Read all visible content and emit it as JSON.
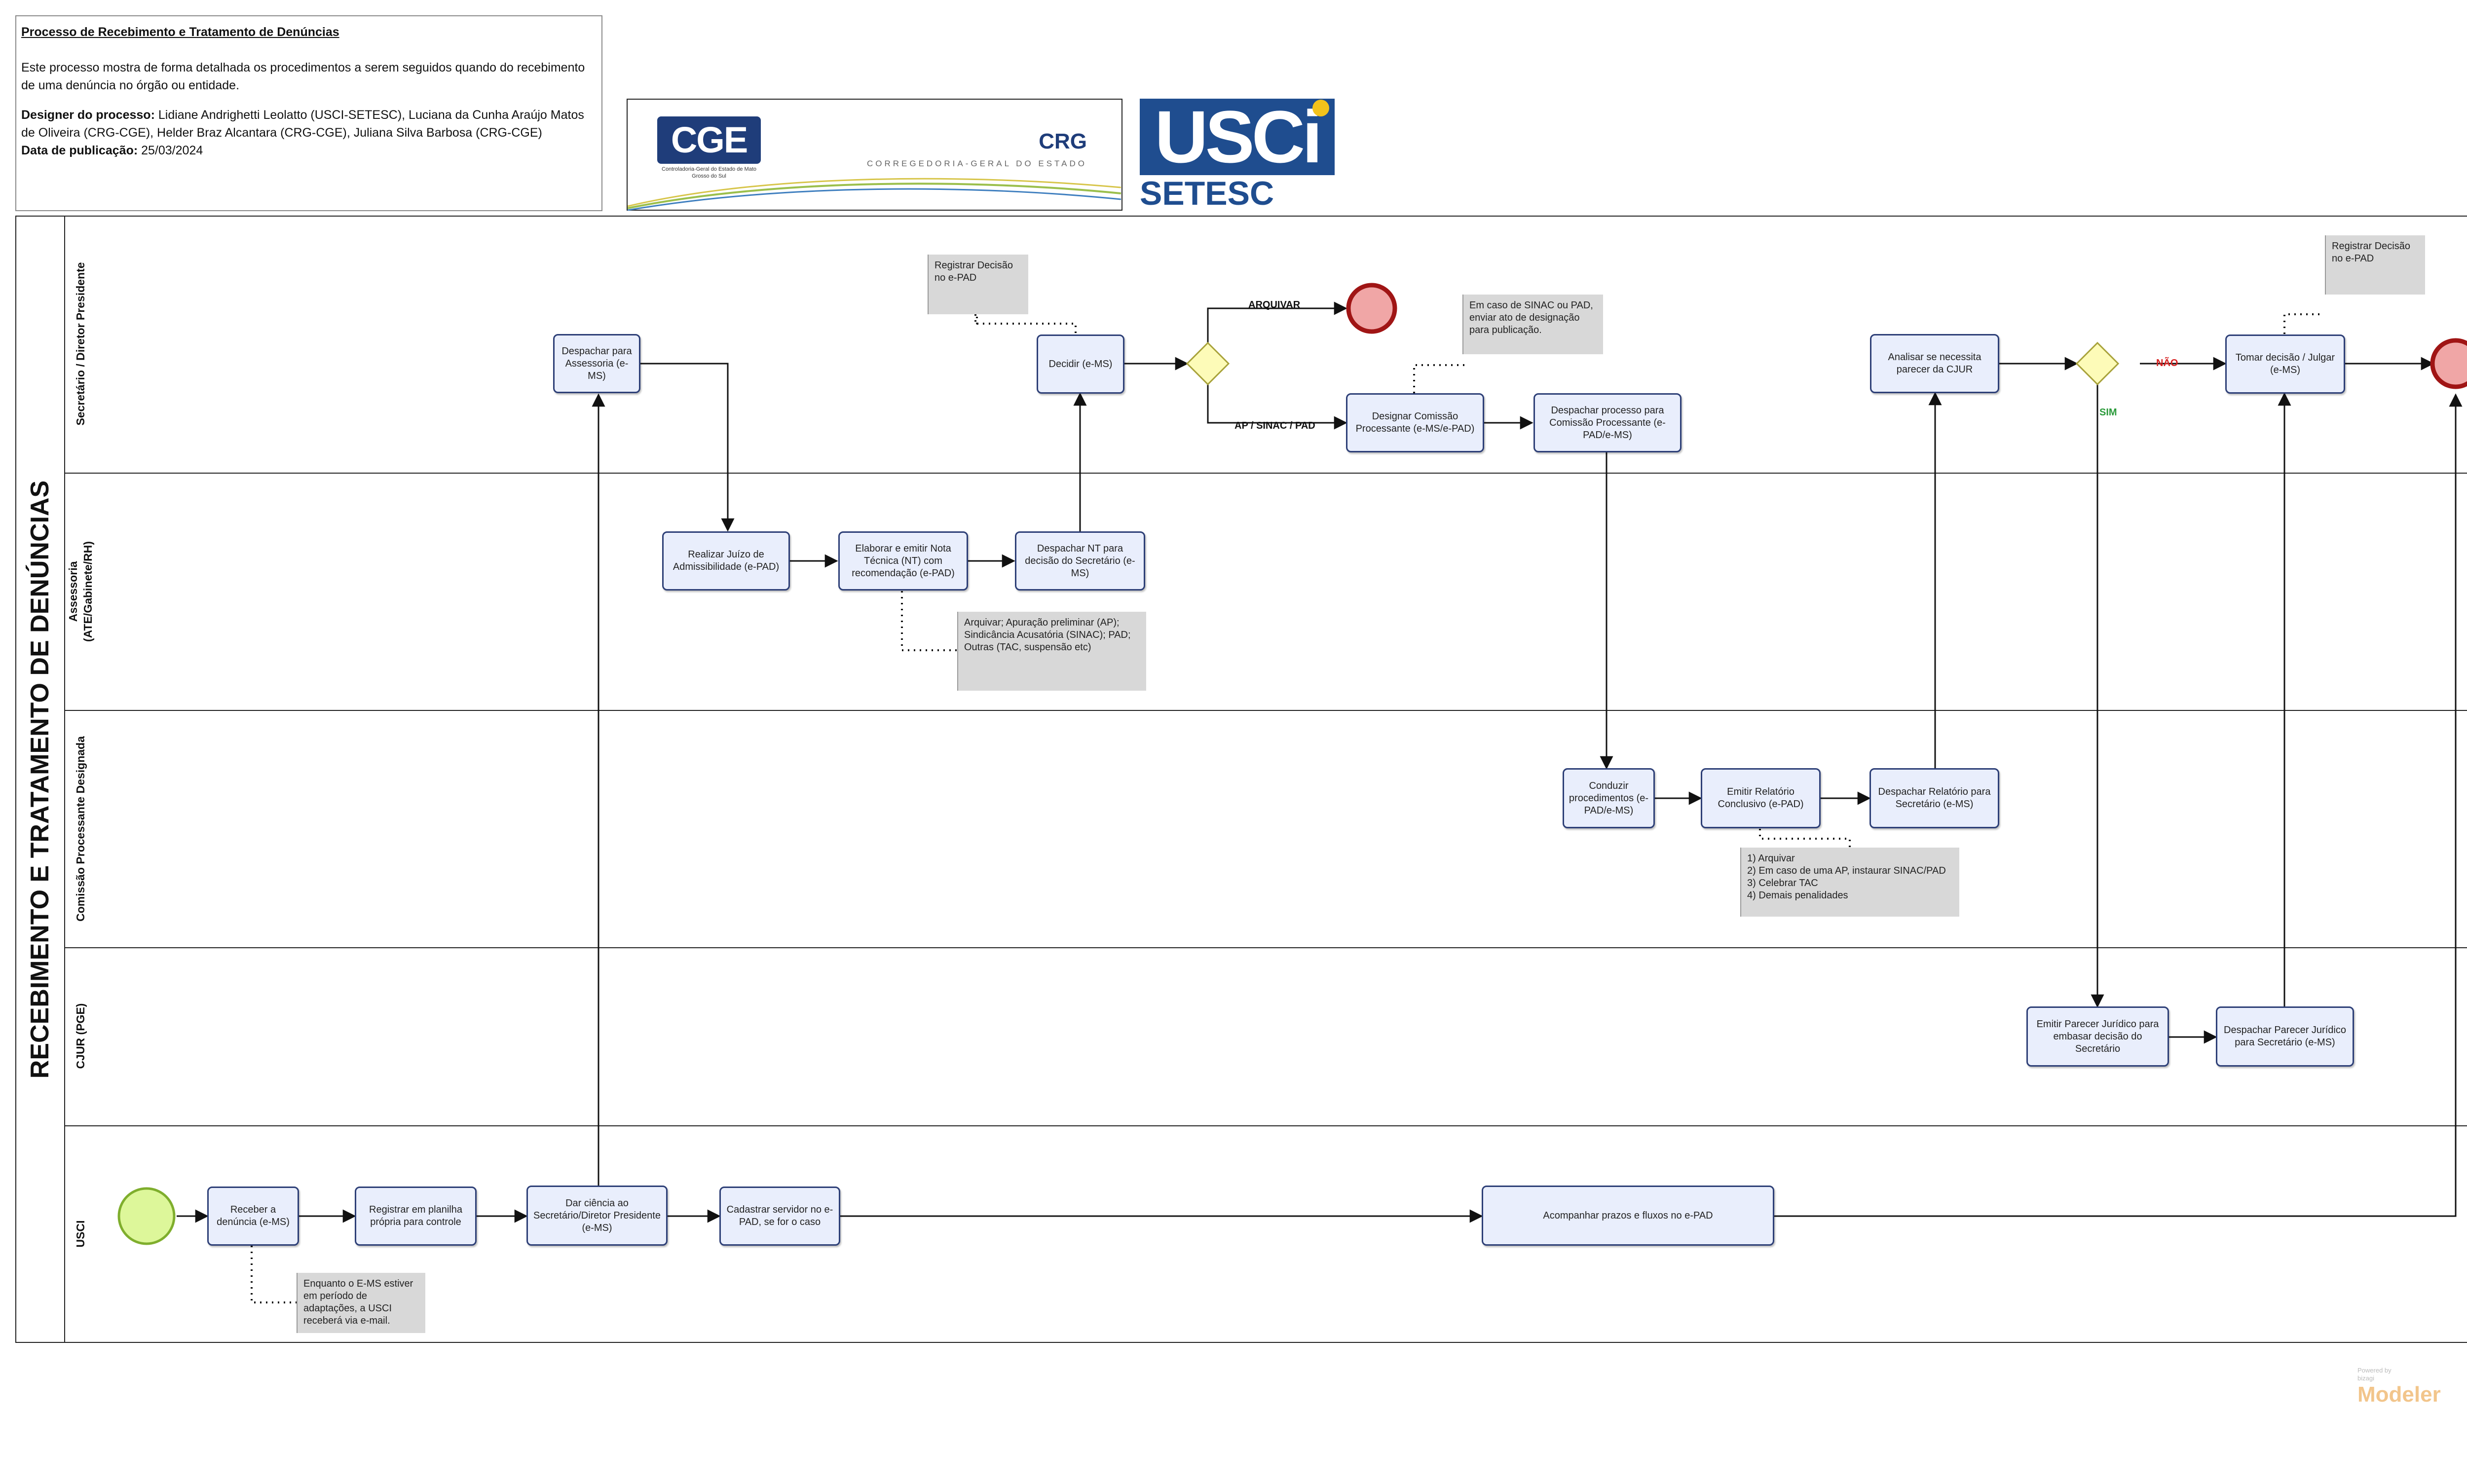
{
  "header": {
    "title": "Processo de Recebimento e Tratamento de Denúncias",
    "description": "Este processo mostra de forma detalhada os procedimentos a serem seguidos quando do recebimento de uma denúncia no órgão ou entidade.",
    "designer_label": "Designer do processo:",
    "designer_value": "Lidiane Andrighetti Leolatto (USCI-SETESC), Luciana da Cunha Araújo Matos de Oliveira (CRG-CGE), Helder Braz Alcantara (CRG-CGE), Juliana Silva Barbosa (CRG-CGE)",
    "date_label": "Data de publicação:",
    "date_value": "25/03/2024"
  },
  "logos": {
    "cge": "CGE",
    "cge_sub": "Controladoria-Geral do Estado de Mato Grosso do Sul",
    "crg": "CRG",
    "crg_sub": "CORREGEDORIA-GERAL DO ESTADO",
    "usci": "USCi",
    "setesc": "SETESC"
  },
  "pool": {
    "label": "RECEBIMENTO E TRATAMENTO DE DENÚNCIAS"
  },
  "lanes": {
    "secretario": "Secretário / Diretor Presidente",
    "assessoria": "Assessoria\n(ATE/Gabinete/RH)",
    "comissao": "Comissão Processante Designada",
    "cjur": "CJUR (PGE)",
    "usci": "USCI"
  },
  "tasks": {
    "despachar_assessoria": "Despachar para Assessoria (e-MS)",
    "decidir": "Decidir (e-MS)",
    "designar_comissao": "Designar Comissão Processante (e-MS/e-PAD)",
    "despachar_comissao": "Despachar processo para Comissão Processante (e-PAD/e-MS)",
    "analisar_cjur": "Analisar se necessita parecer da CJUR",
    "tomar_decisao": "Tomar decisão / Julgar (e-MS)",
    "juizo_admissibilidade": "Realizar Juízo de Admissibilidade (e-PAD)",
    "elaborar_nt": "Elaborar e emitir Nota Técnica (NT) com recomendação (e-PAD)",
    "despachar_nt": "Despachar NT para decisão do Secretário (e-MS)",
    "conduzir": "Conduzir procedimentos (e-PAD/e-MS)",
    "emitir_relatorio": "Emitir Relatório Conclusivo (e-PAD)",
    "despachar_relatorio": "Despachar Relatório para Secretário (e-MS)",
    "emitir_parecer": "Emitir Parecer Jurídico para embasar decisão do Secretário",
    "despachar_parecer": "Despachar Parecer Jurídico para Secretário (e-MS)",
    "receber_denuncia": "Receber a denúncia (e-MS)",
    "registrar_planilha": "Registrar em planilha própria para controle",
    "dar_ciencia": "Dar ciência ao Secretário/Diretor Presidente (e-MS)",
    "cadastrar_servidor": "Cadastrar servidor no e-PAD, se for o caso",
    "acompanhar_prazos": "Acompanhar prazos e fluxos no e-PAD"
  },
  "notes": {
    "registrar_decisao_1": "Registrar Decisão no e-PAD",
    "sinac_pad": "Em caso de SINAC ou PAD, enviar ato de designação para publicação.",
    "registrar_decisao_2": "Registrar Decisão no e-PAD",
    "arquivar_opcoes": "Arquivar; Apuração preliminar (AP); Sindicância Acusatória (SINAC); PAD; Outras (TAC, suspensão etc)",
    "relatorio_opcoes": "1) Arquivar\n2) Em caso de uma AP, instaurar SINAC/PAD\n3) Celebrar TAC\n4) Demais penalidades",
    "email_note": "Enquanto o E-MS estiver em período de adaptações, a USCI receberá via e-mail."
  },
  "flow_labels": {
    "arquivar": "ARQUIVAR",
    "ap_sinac_pad": "AP / SINAC / PAD",
    "nao": "NÃO",
    "sim": "SIM"
  },
  "colors": {
    "task_fill": "#e9eefc",
    "task_border": "#2d3f77",
    "start_fill": "#ddf79a",
    "start_stroke": "#7fae2d",
    "end_fill": "#f0a6a6",
    "end_stroke": "#a01515",
    "gateway_fill": "#fdfbb8",
    "gateway_stroke": "#a8a23a",
    "nao": "#d72020",
    "sim": "#2a9a3a"
  },
  "bizagi": {
    "small": "Powered by\nbizagi",
    "big": "Modeler"
  }
}
